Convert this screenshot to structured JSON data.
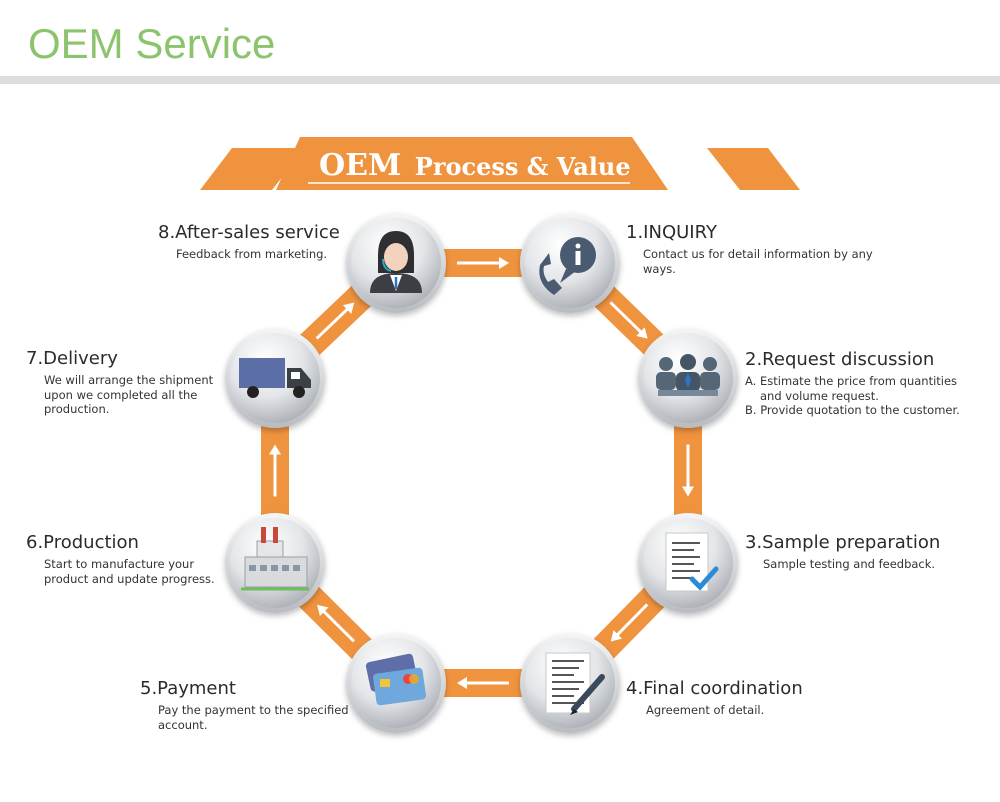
{
  "page": {
    "title": "OEM Service"
  },
  "banner": {
    "big": "OEM",
    "rest": "Process & Value"
  },
  "colors": {
    "accent": "#f0933f",
    "title_green": "#8cc46e",
    "rule_gray": "#dedede"
  },
  "steps": [
    {
      "title": "1.INQUIRY",
      "icon": "phone-info-icon",
      "desc": [
        "Contact us for detail information by any",
        "ways."
      ]
    },
    {
      "title": "2.Request discussion",
      "icon": "meeting-icon",
      "desc": [
        "A. Estimate the price from quantities",
        "and volume request.",
        "B. Provide quotation to the customer."
      ]
    },
    {
      "title": "3.Sample preparation",
      "icon": "document-check-icon",
      "desc": [
        "Sample testing and feedback."
      ]
    },
    {
      "title": "4.Final coordination",
      "icon": "document-pen-icon",
      "desc": [
        "Agreement of detail."
      ]
    },
    {
      "title": "5.Payment",
      "icon": "credit-card-icon",
      "desc": [
        "Pay the payment to the specified",
        "account."
      ]
    },
    {
      "title": "6.Production",
      "icon": "factory-icon",
      "desc": [
        "Start to manufacture your",
        "product and update progress."
      ]
    },
    {
      "title": "7.Delivery",
      "icon": "truck-icon",
      "desc": [
        "We will arrange the shipment",
        "upon we completed all the",
        "production."
      ]
    },
    {
      "title": "8.After-sales service",
      "icon": "support-agent-icon",
      "desc": [
        "Feedback from marketing."
      ]
    }
  ]
}
